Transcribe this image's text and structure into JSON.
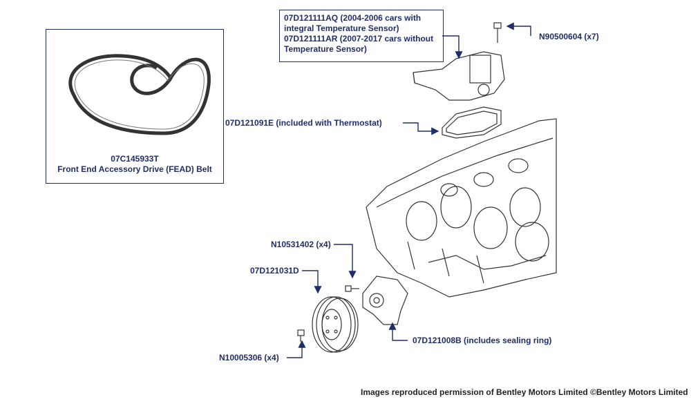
{
  "belt": {
    "part_number": "07C145933T",
    "description": "Front End Accessory Drive (FEAD) Belt"
  },
  "thermostat_housing": {
    "line1": "07D121111AQ (2004-2006 cars with",
    "line2": "integral Temperature Sensor)",
    "line3": "07D121111AR (2007-2017 cars without",
    "line4": "Temperature Sensor)"
  },
  "labels": {
    "bolt_top": "N90500604 (x7)",
    "gasket": "07D121091E (included with Thermostat)",
    "pump_bolt": "N10531402 (x4)",
    "pulley": "07D121031D",
    "water_pump": "07D121008B (includes sealing ring)",
    "pulley_bolt": "N10005306 (x4)"
  },
  "footer": "Images reproduced permission of Bentley Motors Limited ©Bentley Motors Limited",
  "colors": {
    "label": "#1f2d6b",
    "line_art": "#333333"
  }
}
